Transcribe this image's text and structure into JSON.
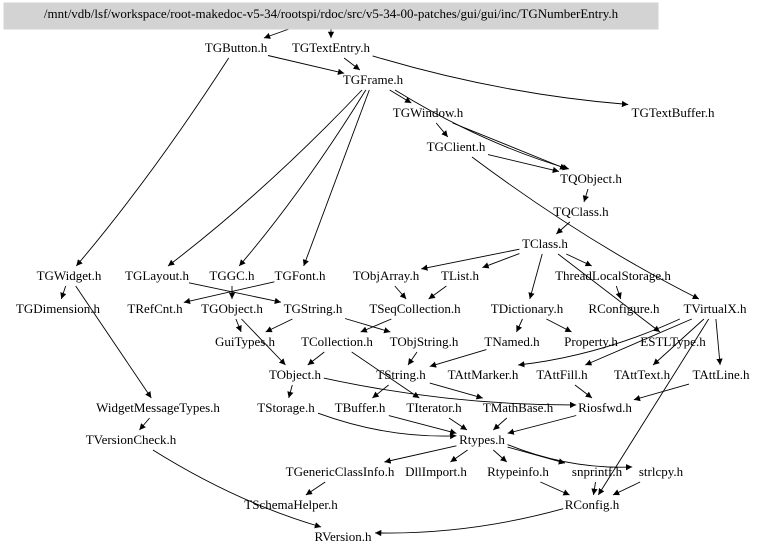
{
  "graph": {
    "title": "Include dependency graph",
    "root": "/mnt/vdb/lsf/workspace/root-makedoc-v5-34/rootspi/rdoc/src/v5-34-00-patches/gui/gui/inc/TGNumberEntry.h",
    "colors": {
      "root_fill": "#d3d3d3",
      "edge": "#000000",
      "text": "#000000",
      "background": "#ffffff"
    },
    "nodes": [
      {
        "id": "root",
        "label": "/mnt/vdb/lsf/workspace/root-makedoc-v5-34/rootspi/rdoc/src/v5-34-00-patches/gui/gui/inc/TGNumberEntry.h"
      },
      {
        "id": "TGButton",
        "label": "TGButton.h"
      },
      {
        "id": "TGTextEntry",
        "label": "TGTextEntry.h"
      },
      {
        "id": "TGFrame",
        "label": "TGFrame.h"
      },
      {
        "id": "TGWindow",
        "label": "TGWindow.h"
      },
      {
        "id": "TGTextBuffer",
        "label": "TGTextBuffer.h"
      },
      {
        "id": "TGClient",
        "label": "TGClient.h"
      },
      {
        "id": "TQObject",
        "label": "TQObject.h"
      },
      {
        "id": "TQClass",
        "label": "TQClass.h"
      },
      {
        "id": "TClass",
        "label": "TClass.h"
      },
      {
        "id": "TGWidget",
        "label": "TGWidget.h"
      },
      {
        "id": "TGLayout",
        "label": "TGLayout.h"
      },
      {
        "id": "TGGC",
        "label": "TGGC.h"
      },
      {
        "id": "TGFont",
        "label": "TGFont.h"
      },
      {
        "id": "TObjArray",
        "label": "TObjArray.h"
      },
      {
        "id": "TList",
        "label": "TList.h"
      },
      {
        "id": "ThreadLocalStorage",
        "label": "ThreadLocalStorage.h"
      },
      {
        "id": "TGDimension",
        "label": "TGDimension.h"
      },
      {
        "id": "TRefCnt",
        "label": "TRefCnt.h"
      },
      {
        "id": "TGObject",
        "label": "TGObject.h"
      },
      {
        "id": "TGString",
        "label": "TGString.h"
      },
      {
        "id": "TSeqCollection",
        "label": "TSeqCollection.h"
      },
      {
        "id": "TDictionary",
        "label": "TDictionary.h"
      },
      {
        "id": "RConfigure",
        "label": "RConfigure.h"
      },
      {
        "id": "TVirtualX",
        "label": "TVirtualX.h"
      },
      {
        "id": "GuiTypes",
        "label": "GuiTypes.h"
      },
      {
        "id": "TCollection",
        "label": "TCollection.h"
      },
      {
        "id": "TObjString",
        "label": "TObjString.h"
      },
      {
        "id": "TNamed",
        "label": "TNamed.h"
      },
      {
        "id": "Property",
        "label": "Property.h"
      },
      {
        "id": "ESTLType",
        "label": "ESTLType.h"
      },
      {
        "id": "TObject",
        "label": "TObject.h"
      },
      {
        "id": "TString",
        "label": "TString.h"
      },
      {
        "id": "TAttMarker",
        "label": "TAttMarker.h"
      },
      {
        "id": "TAttFill",
        "label": "TAttFill.h"
      },
      {
        "id": "TAttText",
        "label": "TAttText.h"
      },
      {
        "id": "TAttLine",
        "label": "TAttLine.h"
      },
      {
        "id": "WidgetMessageTypes",
        "label": "WidgetMessageTypes.h"
      },
      {
        "id": "TStorage",
        "label": "TStorage.h"
      },
      {
        "id": "TBuffer",
        "label": "TBuffer.h"
      },
      {
        "id": "TIterator",
        "label": "TIterator.h"
      },
      {
        "id": "TMathBase",
        "label": "TMathBase.h"
      },
      {
        "id": "Riosfwd",
        "label": "Riosfwd.h"
      },
      {
        "id": "TVersionCheck",
        "label": "TVersionCheck.h"
      },
      {
        "id": "Rtypes",
        "label": "Rtypes.h"
      },
      {
        "id": "TGenericClassInfo",
        "label": "TGenericClassInfo.h"
      },
      {
        "id": "DllImport",
        "label": "DllImport.h"
      },
      {
        "id": "Rtypeinfo",
        "label": "Rtypeinfo.h"
      },
      {
        "id": "snprintf",
        "label": "snprintf.h"
      },
      {
        "id": "strlcpy",
        "label": "strlcpy.h"
      },
      {
        "id": "TSchemaHelper",
        "label": "TSchemaHelper.h"
      },
      {
        "id": "RConfig",
        "label": "RConfig.h"
      },
      {
        "id": "RVersion",
        "label": "RVersion.h"
      }
    ],
    "edges": [
      [
        "root",
        "TGButton"
      ],
      [
        "root",
        "TGTextEntry"
      ],
      [
        "TGTextEntry",
        "TGFrame"
      ],
      [
        "TGButton",
        "TGFrame"
      ],
      [
        "TGTextEntry",
        "TGTextBuffer"
      ],
      [
        "TGFrame",
        "TGWindow"
      ],
      [
        "TGFrame",
        "TQObject"
      ],
      [
        "TGWindow",
        "TGClient"
      ],
      [
        "TGWindow",
        "TQObject"
      ],
      [
        "TGClient",
        "TQObject"
      ],
      [
        "TQObject",
        "TQClass"
      ],
      [
        "TQClass",
        "TClass"
      ],
      [
        "TGButton",
        "TGWidget"
      ],
      [
        "TGFrame",
        "TGLayout"
      ],
      [
        "TGFrame",
        "TGGC"
      ],
      [
        "TGFrame",
        "TGFont"
      ],
      [
        "TClass",
        "TObjArray"
      ],
      [
        "TClass",
        "TList"
      ],
      [
        "TClass",
        "ThreadLocalStorage"
      ],
      [
        "TClass",
        "TDictionary"
      ],
      [
        "TGWidget",
        "TGDimension"
      ],
      [
        "TGFont",
        "TRefCnt"
      ],
      [
        "TGGC",
        "TGObject"
      ],
      [
        "TGLayout",
        "TGString"
      ],
      [
        "TObjArray",
        "TSeqCollection"
      ],
      [
        "TList",
        "TSeqCollection"
      ],
      [
        "ThreadLocalStorage",
        "RConfigure"
      ],
      [
        "TGClient",
        "TVirtualX"
      ],
      [
        "TGObject",
        "GuiTypes"
      ],
      [
        "TGString",
        "GuiTypes"
      ],
      [
        "TSeqCollection",
        "TCollection"
      ],
      [
        "TGString",
        "TObjString"
      ],
      [
        "TDictionary",
        "TNamed"
      ],
      [
        "TDictionary",
        "Property"
      ],
      [
        "TClass",
        "ESTLType"
      ],
      [
        "TGObject",
        "TObject"
      ],
      [
        "TCollection",
        "TObject"
      ],
      [
        "TObjString",
        "TString"
      ],
      [
        "TNamed",
        "TString"
      ],
      [
        "TVirtualX",
        "TAttMarker"
      ],
      [
        "TVirtualX",
        "TAttFill"
      ],
      [
        "TVirtualX",
        "TAttText"
      ],
      [
        "TVirtualX",
        "TAttLine"
      ],
      [
        "TGWidget",
        "WidgetMessageTypes"
      ],
      [
        "TObject",
        "TStorage"
      ],
      [
        "TString",
        "TBuffer"
      ],
      [
        "TCollection",
        "TIterator"
      ],
      [
        "TString",
        "TMathBase"
      ],
      [
        "TObject",
        "Riosfwd"
      ],
      [
        "TAttFill",
        "Riosfwd"
      ],
      [
        "TAttLine",
        "Riosfwd"
      ],
      [
        "WidgetMessageTypes",
        "TVersionCheck"
      ],
      [
        "TStorage",
        "Rtypes"
      ],
      [
        "TBuffer",
        "Rtypes"
      ],
      [
        "TIterator",
        "Rtypes"
      ],
      [
        "TMathBase",
        "Rtypes"
      ],
      [
        "Riosfwd",
        "Rtypes"
      ],
      [
        "Rtypes",
        "TGenericClassInfo"
      ],
      [
        "Rtypes",
        "DllImport"
      ],
      [
        "Rtypes",
        "Rtypeinfo"
      ],
      [
        "Rtypes",
        "snprintf"
      ],
      [
        "Rtypes",
        "strlcpy"
      ],
      [
        "TGenericClassInfo",
        "TSchemaHelper"
      ],
      [
        "Rtypeinfo",
        "RConfig"
      ],
      [
        "snprintf",
        "RConfig"
      ],
      [
        "strlcpy",
        "RConfig"
      ],
      [
        "TVersionCheck",
        "RVersion"
      ],
      [
        "RConfig",
        "RVersion"
      ],
      [
        "TVirtualX",
        "RConfig"
      ]
    ]
  }
}
